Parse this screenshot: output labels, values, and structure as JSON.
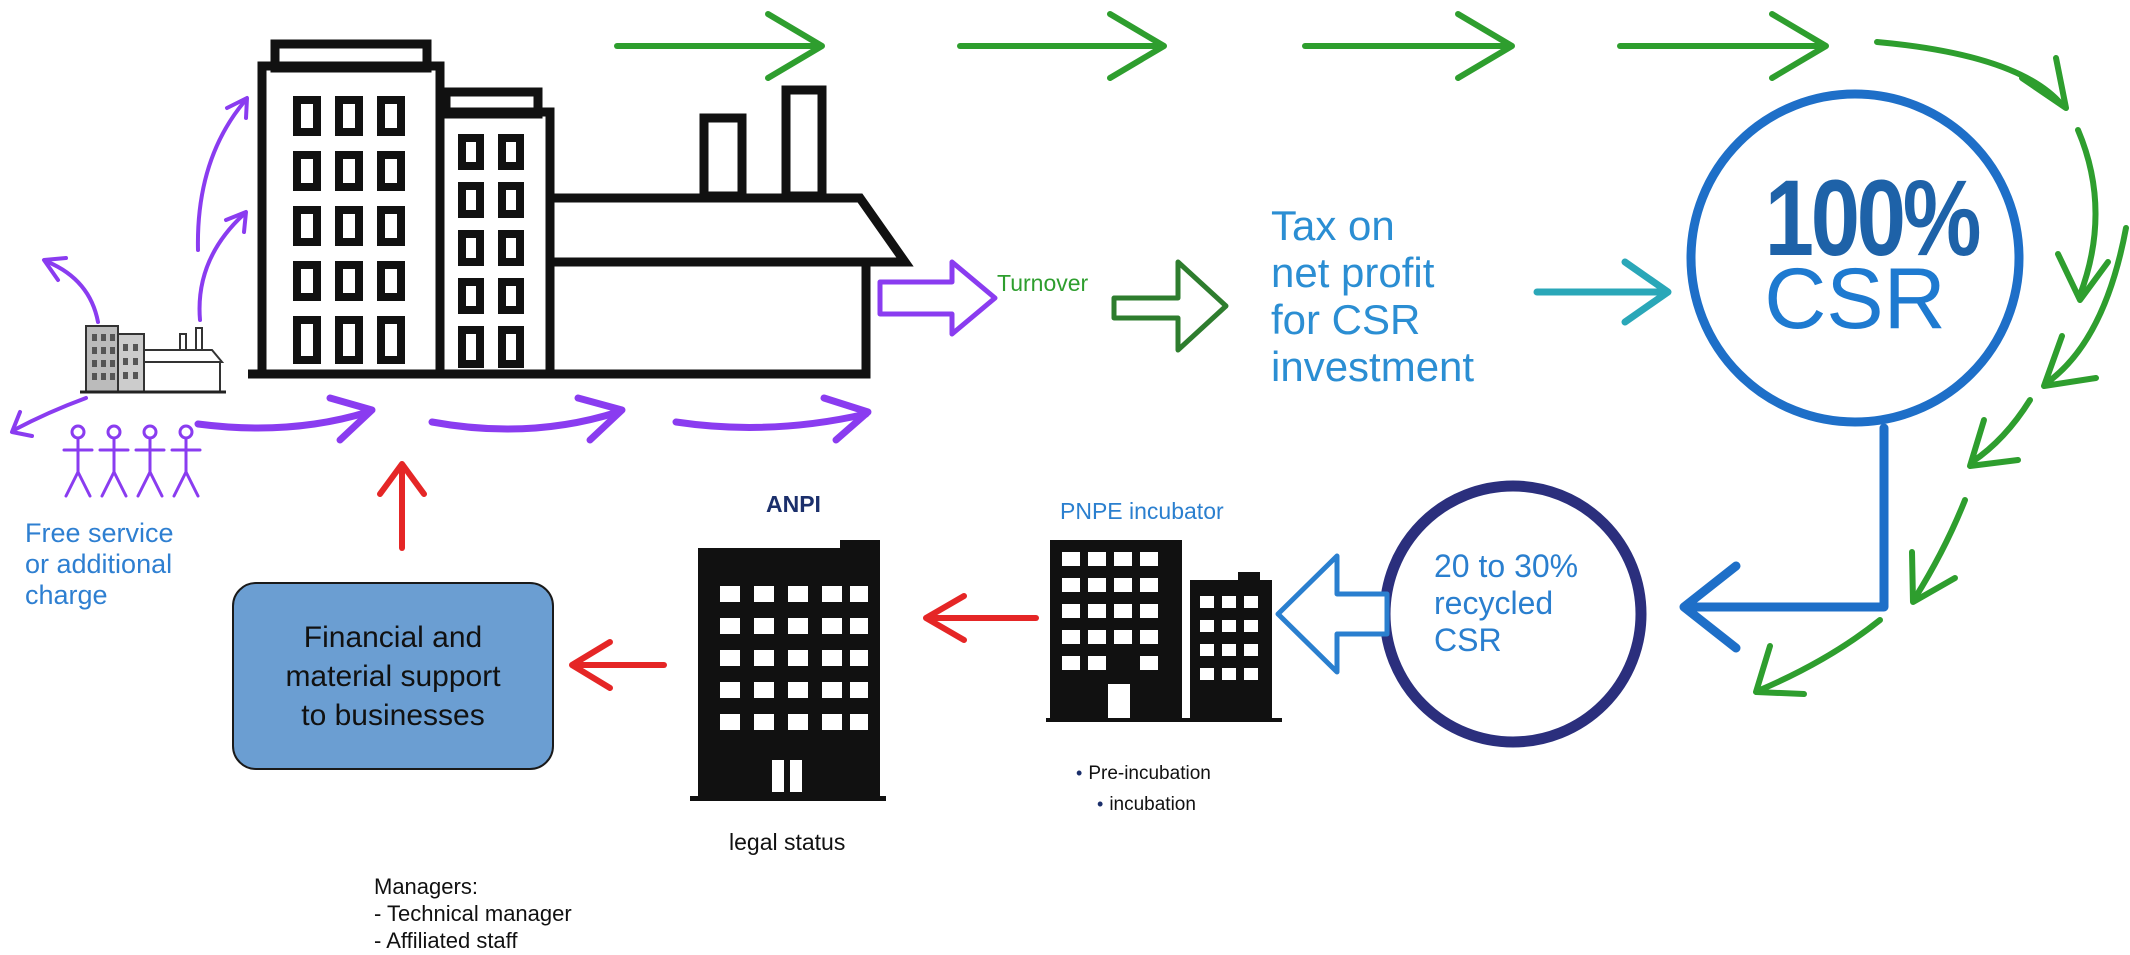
{
  "colors": {
    "green": "#2e9e2e",
    "purple": "#8a3cf0",
    "red": "#e52626",
    "blue": "#1e6fc8",
    "navy": "#2b2f7d",
    "teal": "#2aa7b8",
    "box_fill": "#6b9ed2"
  },
  "labels": {
    "free_service": "Free service\nor additional\ncharge",
    "turnover": "Turnover",
    "tax": "Tax on\nnet profit\nfor CSR\ninvestment",
    "csr_percent": "100%",
    "csr": "CSR",
    "recycled": "20 to 30%\nrecycled\nCSR",
    "pnpe": "PNPE incubator",
    "anpi": "ANPI",
    "legal_status": "legal status",
    "support": "Financial and\nmaterial support\nto businesses",
    "pre_incubation": "Pre-incubation",
    "incubation": "incubation",
    "managers": "Managers:\n- Technical manager\n- Affiliated staff"
  },
  "icons": [
    "factory-icon",
    "small-factory-icon",
    "people-icon",
    "anpi-building-icon",
    "pnpe-building-icon"
  ]
}
